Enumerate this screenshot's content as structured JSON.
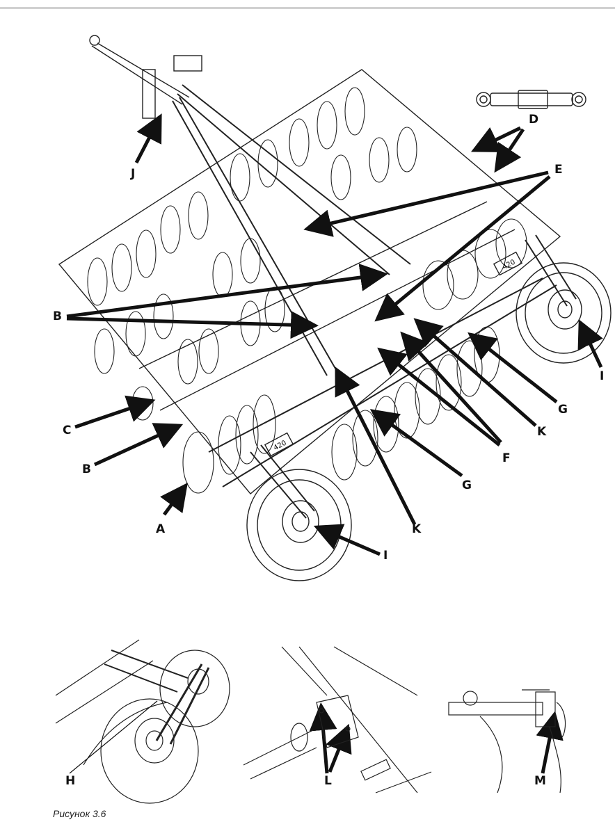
{
  "figure": {
    "caption": "Рисунок 3.6"
  },
  "callouts": {
    "A": "A",
    "B1": "B",
    "B2": "B",
    "C": "C",
    "D": "D",
    "E": "E",
    "F": "F",
    "G1": "G",
    "G2": "G",
    "I1": "I",
    "I2": "I",
    "J": "J",
    "K1": "K",
    "K2": "K",
    "H": "H",
    "L": "L",
    "M": "M"
  },
  "plates": {
    "left": "420",
    "right": "420"
  }
}
